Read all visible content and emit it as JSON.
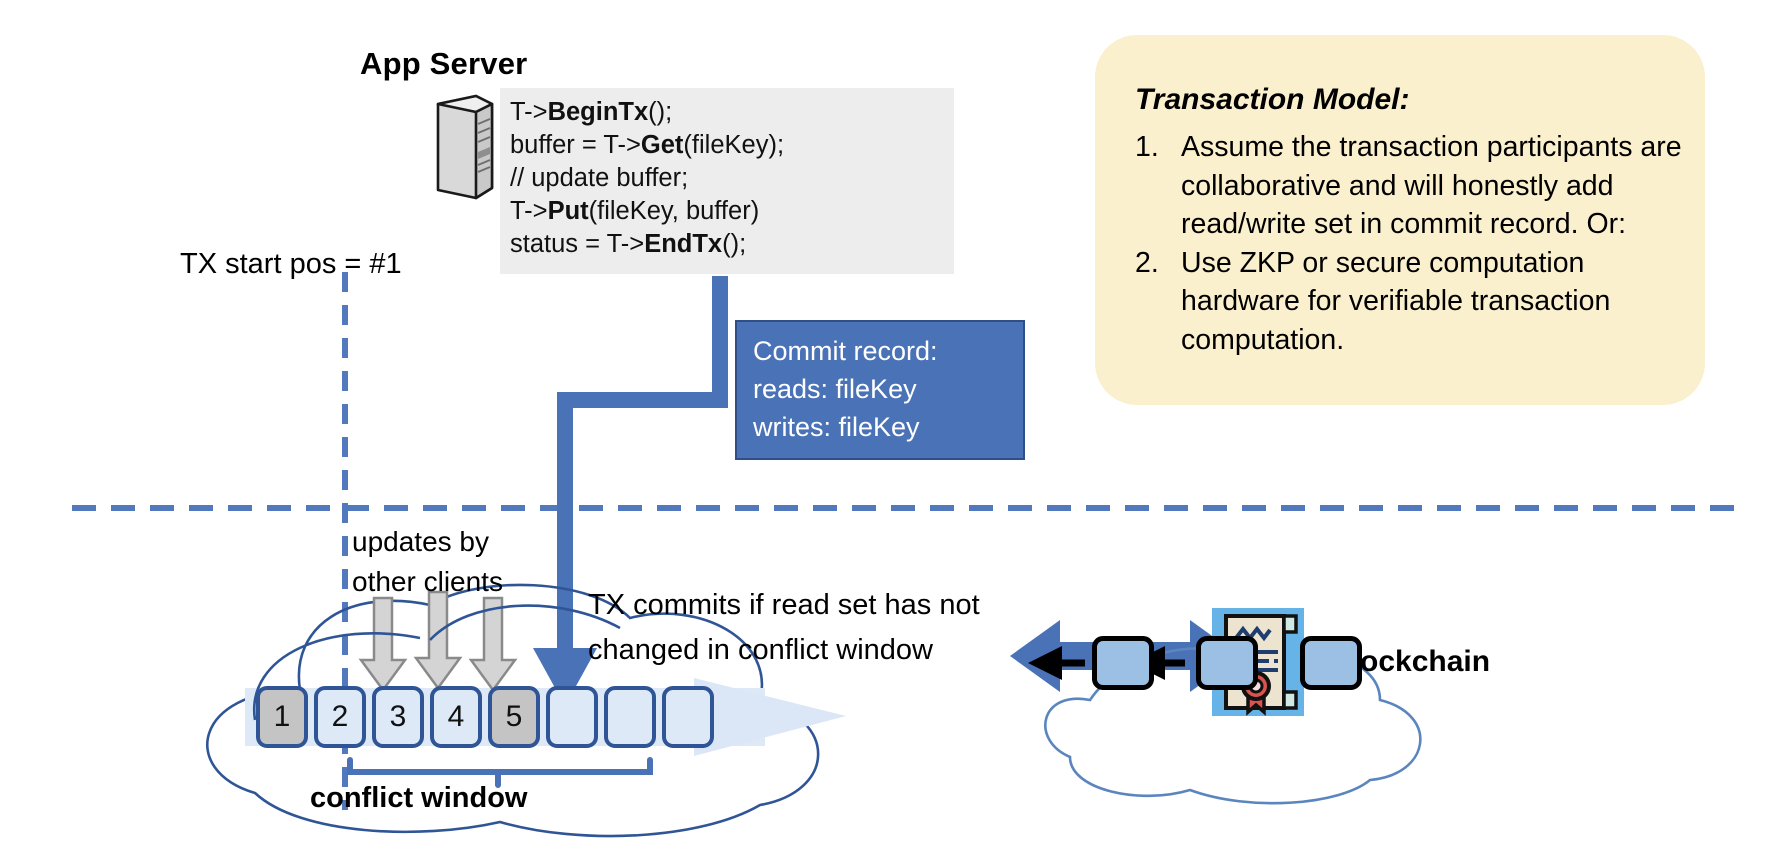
{
  "app_server": {
    "title": "App Server",
    "icon": "server-tower-icon",
    "code_lines": [
      {
        "pre": "T->",
        "bold": "BeginTx",
        "post": "();"
      },
      {
        "pre": "buffer = T->",
        "bold": "Get",
        "post": "(fileKey);"
      },
      {
        "pre": "// update buffer;",
        "bold": "",
        "post": ""
      },
      {
        "pre": "T->",
        "bold": "Put",
        "post": "(fileKey, buffer)"
      },
      {
        "pre": "status = T->",
        "bold": "EndTx",
        "post": "();"
      }
    ]
  },
  "transaction_model": {
    "title": "Transaction Model:",
    "items": [
      {
        "num": "1.",
        "text": "Assume the transaction participants are collaborative and will honestly add read/write set in commit record.  Or:"
      },
      {
        "num": "2.",
        "text": "Use ZKP or secure computation hardware for verifiable transaction computation."
      }
    ],
    "bg_color": "#fbf0cd"
  },
  "commit_record": {
    "lines": [
      "Commit record:",
      "reads: fileKey",
      "writes: fileKey"
    ],
    "bg_color": "#4a72b6",
    "text_color": "#ffffff"
  },
  "labels": {
    "tx_start_pos": "TX start pos = #1",
    "updates_by_other_clients": [
      "updates by",
      "other clients"
    ],
    "tx_commits": [
      "TX commits if read set has not",
      "changed in conflict window"
    ],
    "conflict_window": "conflict window",
    "blockchain": "Blockchain"
  },
  "ledger": {
    "blocks": [
      {
        "label": "1",
        "state": "filled"
      },
      {
        "label": "2",
        "state": "empty"
      },
      {
        "label": "3",
        "state": "empty"
      },
      {
        "label": "4",
        "state": "empty"
      },
      {
        "label": "5",
        "state": "filled"
      },
      {
        "label": "",
        "state": "empty"
      },
      {
        "label": "",
        "state": "empty"
      },
      {
        "label": "",
        "state": "empty"
      }
    ],
    "block_border_color": "#2f5597",
    "block_empty_color": "#dde9f7",
    "block_filled_color": "#c4c4c4"
  },
  "blockchain": {
    "chain_blocks": [
      "",
      "",
      ""
    ],
    "icon": "certificate-seal-icon",
    "icon_bg": "#66b3e8"
  },
  "colors": {
    "accent_blue": "#4a72b6",
    "dash_blue": "#5278be",
    "cloud_outline": "#2f5597",
    "arrow_gray": "#bfbfbf"
  }
}
